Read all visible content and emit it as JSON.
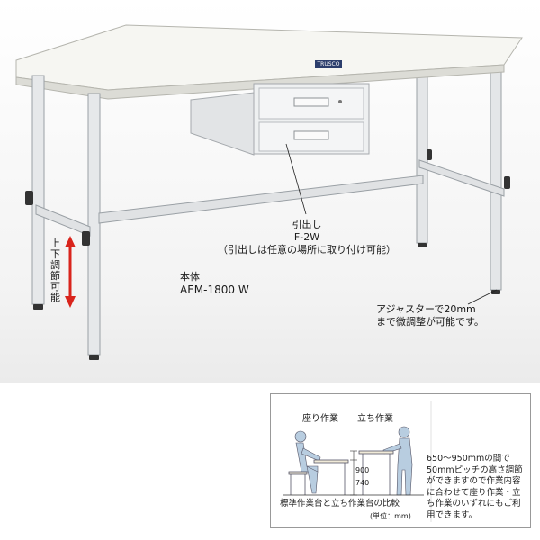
{
  "drawer_label": {
    "line1": "引出し",
    "line2": "F-2W",
    "line3": "（引出しは任意の場所に取り付け可能）"
  },
  "body_label": {
    "line1": "本体",
    "line2": "AEM-1800 W"
  },
  "height_adjust_vertical": "上下調節可能",
  "adjuster_note": {
    "line1": "アジャスターで20mm",
    "line2": "まで微調整が可能です。"
  },
  "brand_badge": "TRUSCO",
  "inset": {
    "sitting_label": "座り作業",
    "standing_label": "立ち作業",
    "dim_900": "900",
    "dim_740": "740",
    "caption": "標準作業台と立ち作業台の比較",
    "unit": "(単位：mm)",
    "description": "650～950mmの間で50mmピッチの高さ調節ができますので作業内容に合わせて座り作業・立ち作業のいずれにもご利用できます。"
  }
}
